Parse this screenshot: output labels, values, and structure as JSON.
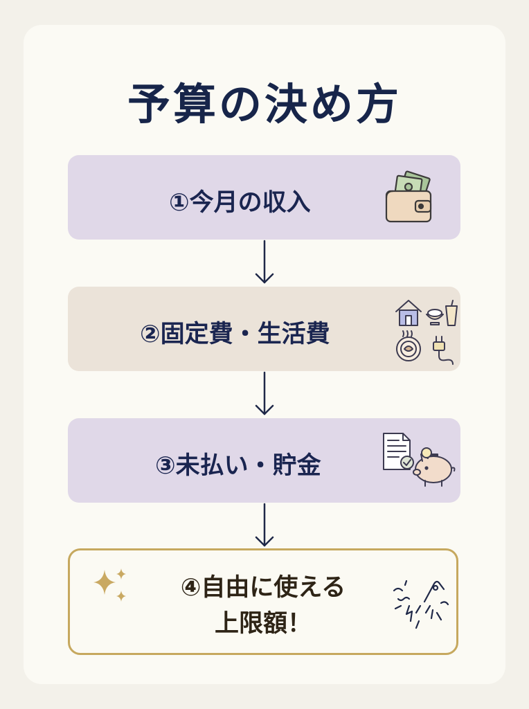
{
  "title": "予算の決め方",
  "steps": [
    {
      "label": "①今月の収入",
      "icon": "wallet-icon"
    },
    {
      "label": "②固定費・生活費",
      "icon": "house-food-icons"
    },
    {
      "label": "③未払い・貯金",
      "icon": "document-piggybank-icons"
    },
    {
      "label_line1": "④自由に使える",
      "label_line2": "上限額！",
      "icon": "celebration-icon"
    }
  ],
  "colors": {
    "title": "#17254a",
    "lavender": "#e0d8e8",
    "beige": "#ebe3d9",
    "gold": "#c6a85e"
  }
}
